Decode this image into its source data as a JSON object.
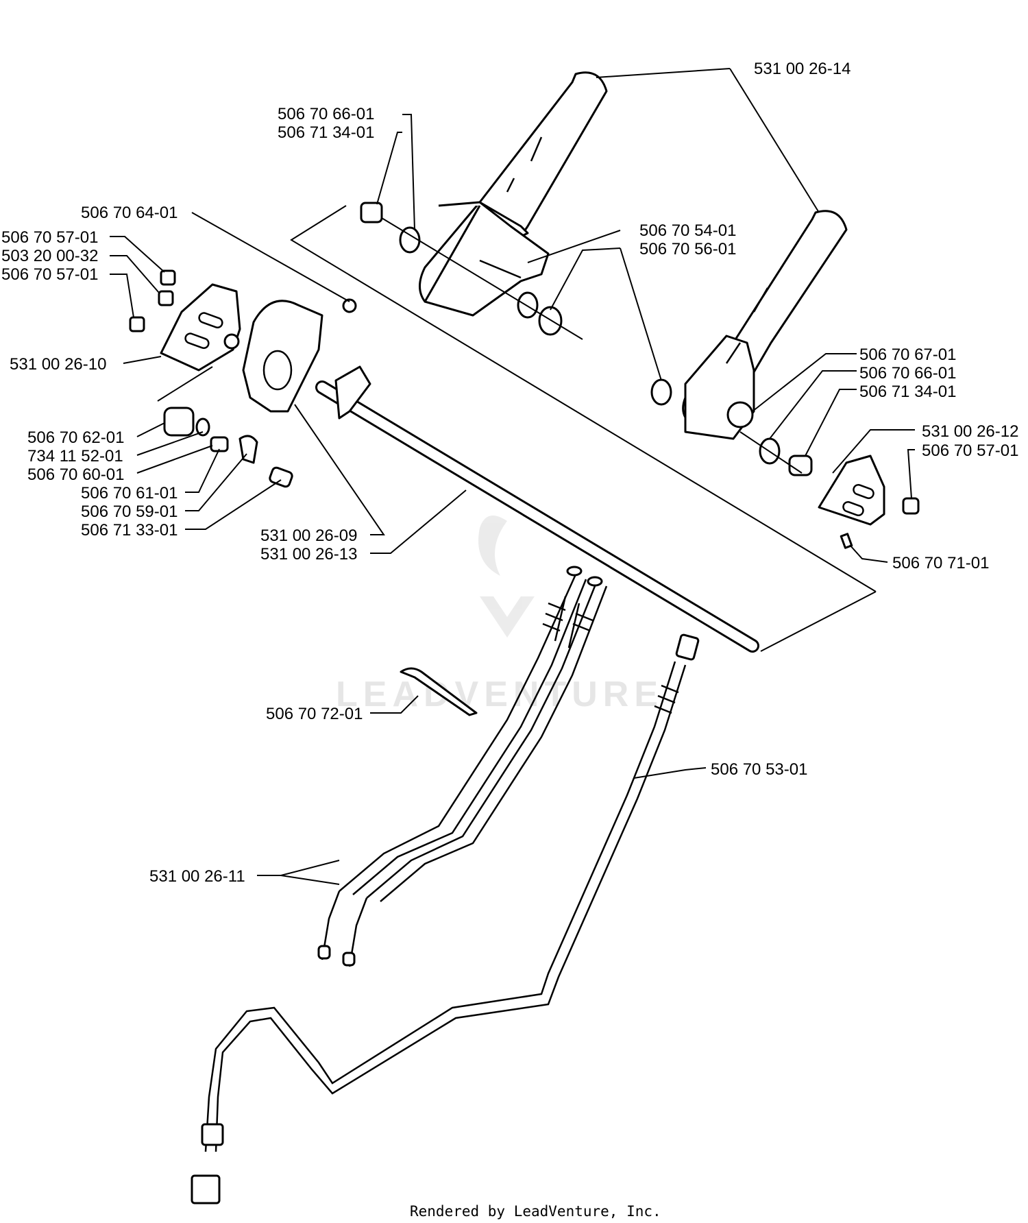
{
  "labels": {
    "handle": "531 00 26-14",
    "left_nut": "506 70 66-01",
    "left_washer": "506 71 34-01",
    "top_screw": "506 70 64-01",
    "bracket_nut_a": "506 70 57-01",
    "bracket_screw": "503 20 00-32",
    "bracket_nut_b": "506 70 57-01",
    "left_bracket": "531 00 26-10",
    "lever_pivot": "506 70 54-01",
    "lever_bushing": "506 70 56-01",
    "right_spring": "506 70 67-01",
    "right_nut": "506 70 66-01",
    "right_washer": "506 71 34-01",
    "right_bracket": "531 00 26-12",
    "right_bracket_nut": "506 70 57-01",
    "spacer": "506 70 62-01",
    "washer_734": "734 11 52-01",
    "bushing_60": "506 70 60-01",
    "bushing_61": "506 70 61-01",
    "spring_59": "506 70 59-01",
    "pin_33": "506 71 33-01",
    "cover": "531 00 26-09",
    "rod": "531 00 26-13",
    "set_screw": "506 70 71-01",
    "cable_tie": "506 70 72-01",
    "drive_cable": "506 70 53-01",
    "control_cables": "531 00 26-11"
  },
  "footer": "Rendered by LeadVenture, Inc.",
  "watermark": "LEADVENTURE"
}
